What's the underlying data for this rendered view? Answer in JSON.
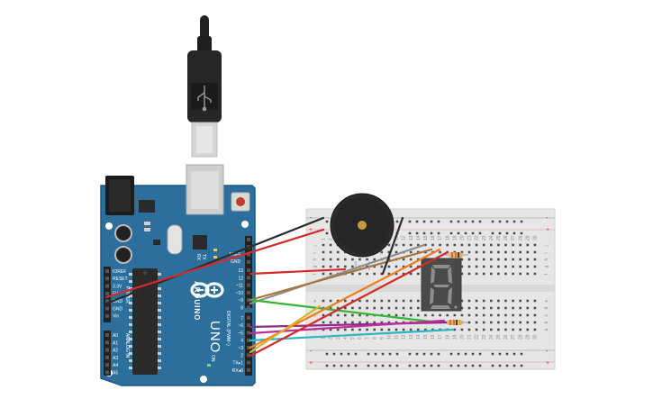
{
  "board": {
    "brand": "ARDUINO",
    "model": "UNO",
    "header_labels": {
      "aref": "AREF",
      "gnd": "GND",
      "pwm": "DIGITAL (PWM~)",
      "tx": "TX",
      "rx": "RX",
      "on": "ON"
    },
    "power_labels": [
      "IOREF",
      "RESET",
      "3.3V",
      "5V",
      "GND",
      "GND",
      "Vin"
    ],
    "power_title": "POWER",
    "analog_labels": [
      "A0",
      "A1",
      "A2",
      "A3",
      "A4",
      "A5"
    ],
    "analog_title": "ANALOG IN",
    "digital_labels": [
      "13",
      "12",
      "~11",
      "~10",
      "~9",
      "8",
      "7",
      "~6",
      "~5",
      "4",
      "~3",
      "2",
      "TX▸1",
      "RX◂0"
    ],
    "colors": {
      "board": "#2c6e9c",
      "board_edge": "#1f5a82",
      "chip": "#2a2a2a",
      "header": "#222222"
    }
  },
  "breadboard": {
    "column_numbers": [
      "1",
      "2",
      "3",
      "4",
      "5",
      "6",
      "7",
      "8",
      "9",
      "10",
      "11",
      "12",
      "13",
      "14",
      "15",
      "16",
      "17",
      "18",
      "19",
      "20",
      "21",
      "22",
      "23",
      "24",
      "25",
      "26",
      "27",
      "28",
      "29",
      "30"
    ],
    "row_letters_top": [
      "j",
      "i",
      "h",
      "g",
      "f"
    ],
    "row_letters_bottom": [
      "e",
      "d",
      "c",
      "b",
      "a"
    ],
    "rail_plus": "+",
    "rail_minus": "-"
  },
  "components": {
    "usb_cable": "usb-b-cable",
    "buzzer": "piezo-buzzer",
    "display": "seven-segment-display",
    "resistors": [
      "resistor-top",
      "resistor-bottom"
    ]
  },
  "wire_colors": {
    "black": "#2b2b2b",
    "red": "#d32a2a",
    "brown": "#a7743f",
    "gray": "#8e8e8e",
    "green": "#36b536",
    "purple": "#8a2d8a",
    "magenta": "#c02c9a",
    "cyan": "#2fb5c2",
    "orange": "#f07d1e",
    "yellow": "#d8b22a"
  }
}
